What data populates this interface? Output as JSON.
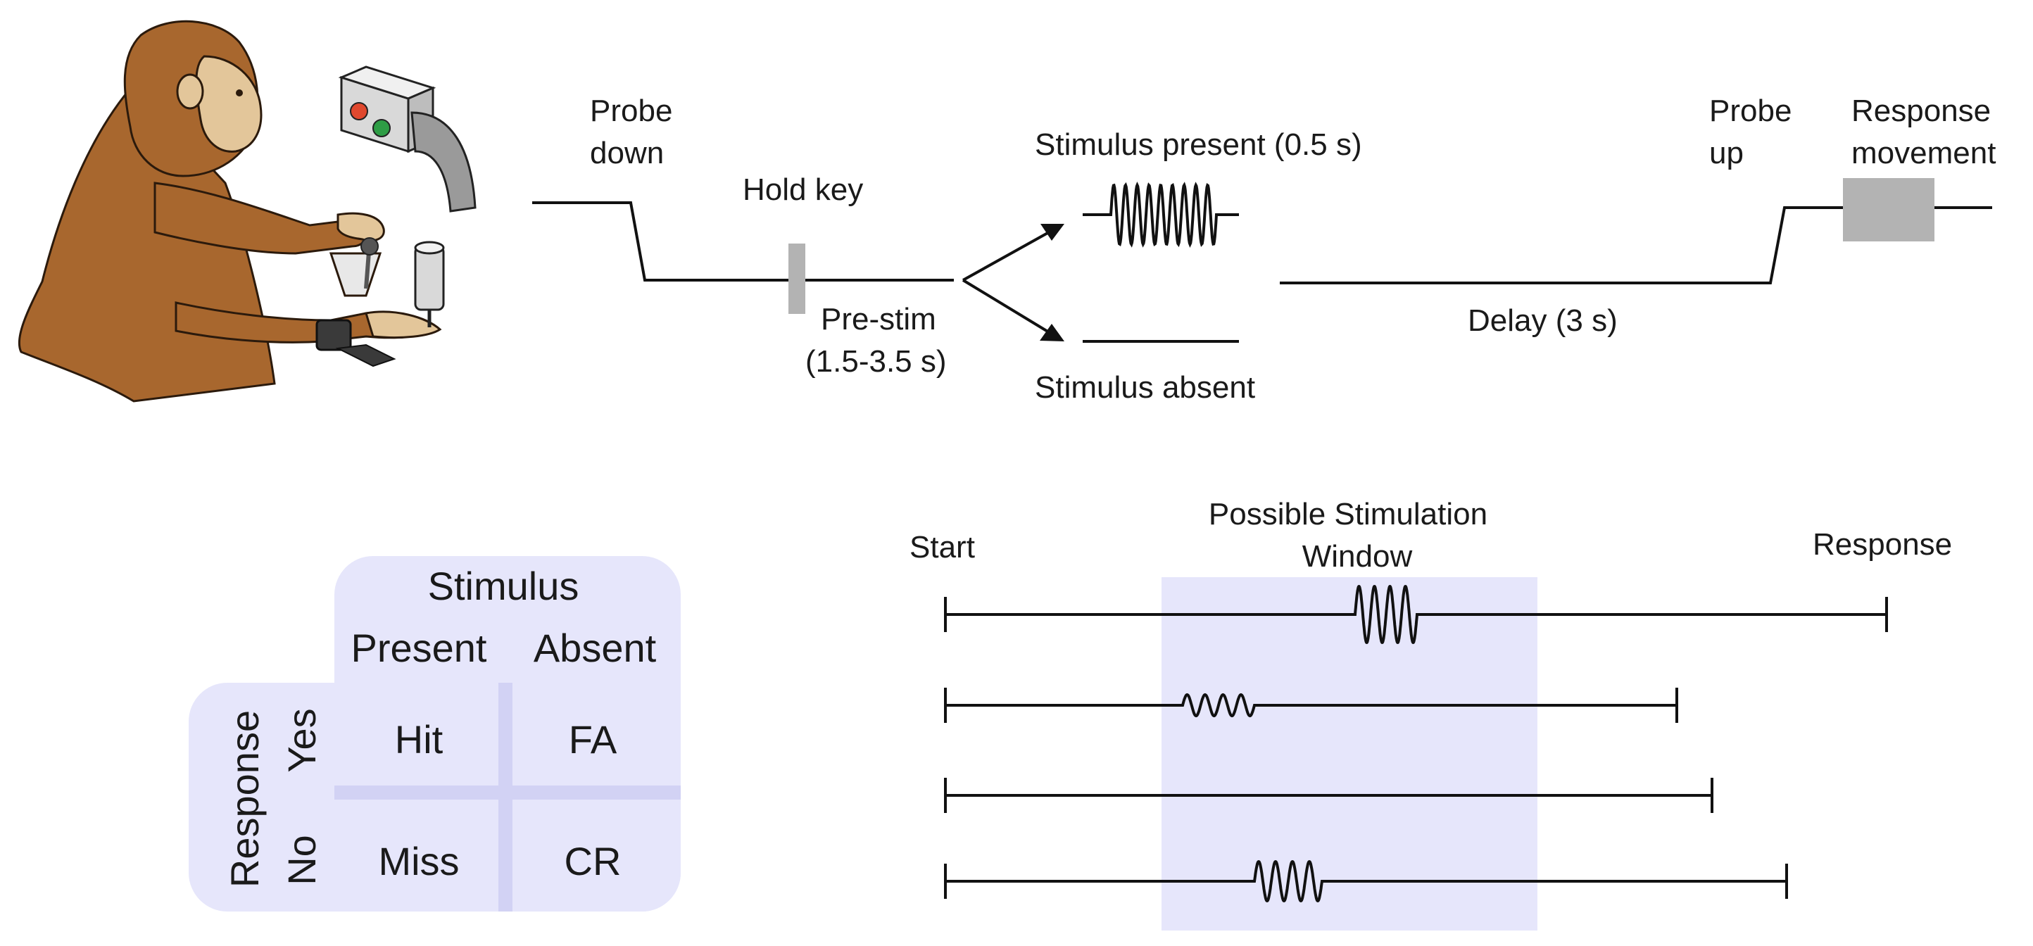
{
  "task_timeline": {
    "probe_down": [
      "Probe",
      "down"
    ],
    "hold_key": "Hold key",
    "pre_stim": [
      "Pre-stim",
      "(1.5-3.5 s)"
    ],
    "stimulus_present": "Stimulus present (0.5 s)",
    "stimulus_absent": "Stimulus absent",
    "delay": "Delay (3 s)",
    "probe_up": [
      "Probe",
      "up"
    ],
    "response_movement": [
      "Response",
      "movement"
    ]
  },
  "outcome_matrix": {
    "stimulus_header": "Stimulus",
    "present": "Present",
    "absent": "Absent",
    "response_header": "Response",
    "yes": "Yes",
    "no": "No",
    "hit": "Hit",
    "fa": "FA",
    "miss": "Miss",
    "cr": "CR"
  },
  "trial_examples": {
    "start": "Start",
    "window": [
      "Possible Stimulation",
      "Window"
    ],
    "response": "Response"
  },
  "colors": {
    "panel_lavender": "#e6e6fb",
    "matrix_divider": "#d2d2f4",
    "gray_marker": "#b3b3b3",
    "line": "#111111",
    "monkey_fur": "#a8672e"
  }
}
